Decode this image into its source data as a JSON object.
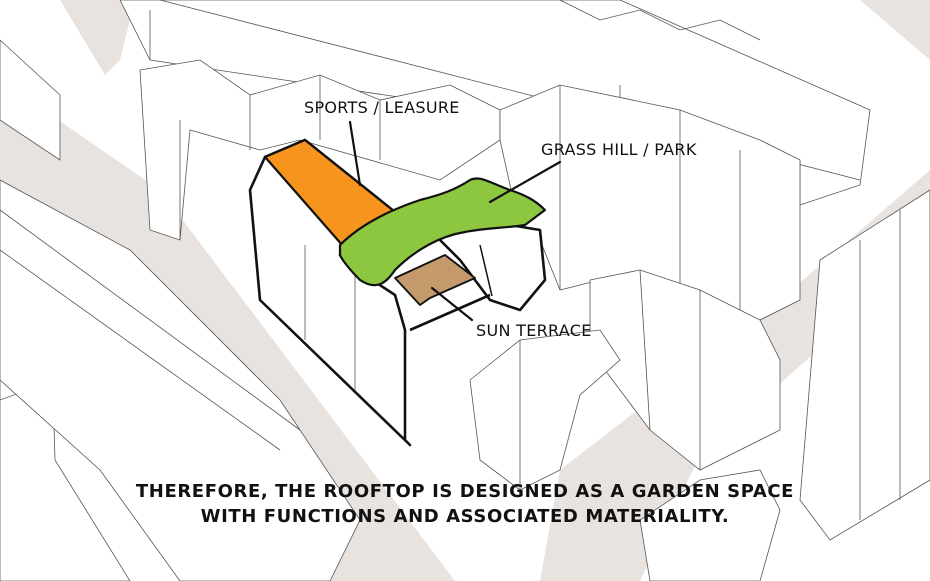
{
  "labels": {
    "sports": "SPORTS / LEASURE",
    "grass": "GRASS HILL / PARK",
    "sun": "SUN TERRACE"
  },
  "caption": {
    "line1": "THEREFORE, THE ROOFTOP IS DESIGNED AS A GARDEN SPACE",
    "line2": "WITH FUNCTIONS AND ASSOCIATED MATERIALITY."
  },
  "colors": {
    "sports_zone": "#f7941d",
    "grass_zone": "#8dc63f",
    "sun_terrace_zone": "#c49a6c",
    "street": "#e8e3de",
    "outline": "#1a1a1a"
  }
}
